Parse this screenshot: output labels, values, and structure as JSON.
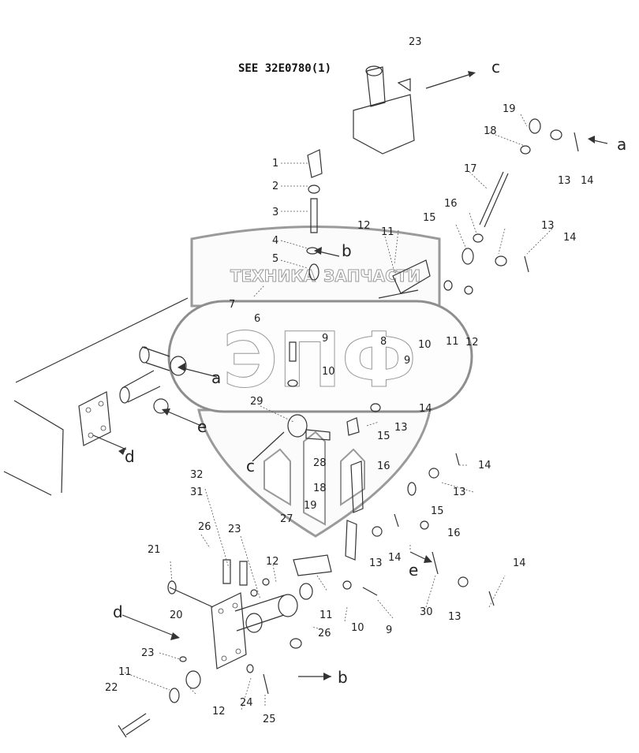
{
  "reference_note": "SEE 32E0780(1)",
  "watermark": {
    "left_word": "ТЕХНИКА",
    "right_word": "ЗАПЧАСТИ",
    "logo": "ЭПФ"
  },
  "arrow_labels": [
    "a",
    "a",
    "b",
    "b",
    "c",
    "c",
    "d",
    "d",
    "e",
    "e"
  ],
  "part_numbers": [
    "1",
    "2",
    "3",
    "4",
    "5",
    "6",
    "7",
    "8",
    "9",
    "10",
    "11",
    "12",
    "13",
    "14",
    "15",
    "16",
    "17",
    "18",
    "19",
    "20",
    "21",
    "22",
    "23",
    "24",
    "25",
    "26",
    "27",
    "28",
    "29",
    "30",
    "31",
    "32"
  ],
  "colors": {
    "line": "#333333",
    "background": "#ffffff",
    "watermark": "#6a6a6a"
  }
}
